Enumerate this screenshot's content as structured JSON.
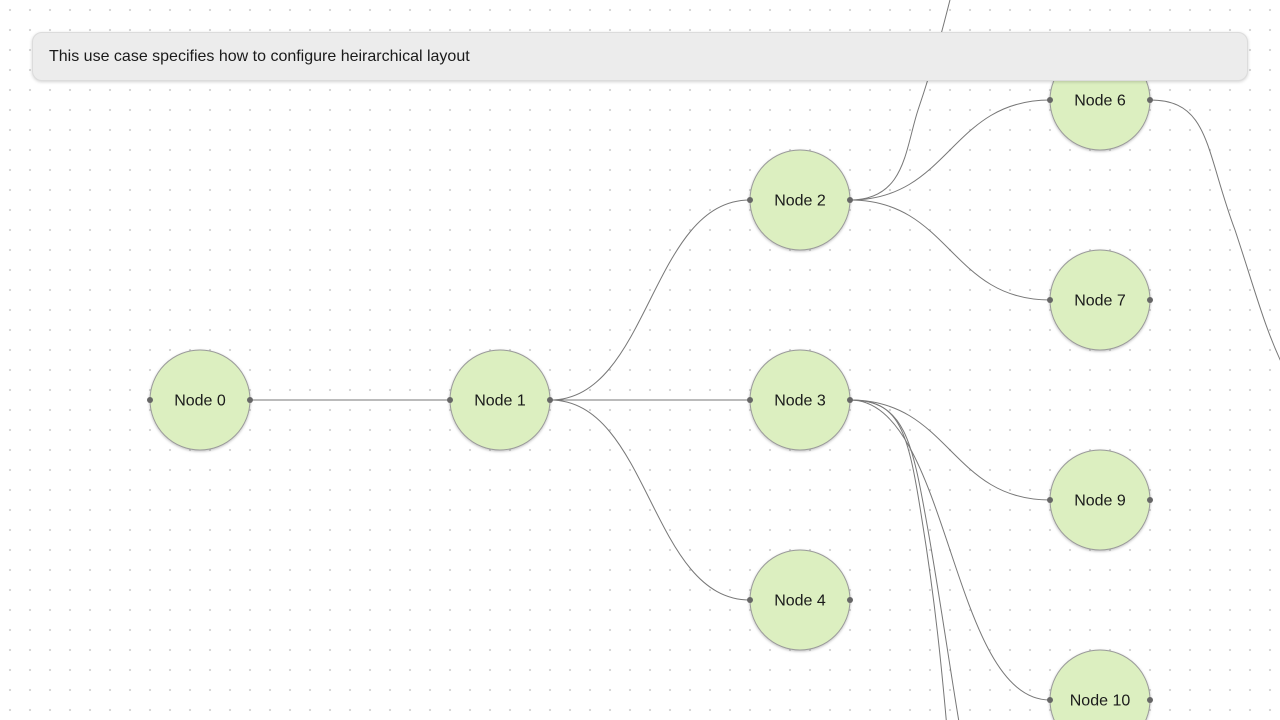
{
  "banner": {
    "text": "This use case specifies how to configure heirarchical layout"
  },
  "colors": {
    "background": "#ffffff",
    "grid_dot": "#d4d4d4",
    "node_fill": "#dcefc0",
    "node_stroke": "#9a9a9a",
    "edge": "#777777",
    "port": "#666666"
  },
  "diagram": {
    "nodes": [
      {
        "id": "n0",
        "label": "Node 0"
      },
      {
        "id": "n1",
        "label": "Node 1"
      },
      {
        "id": "n2",
        "label": "Node 2"
      },
      {
        "id": "n3",
        "label": "Node 3"
      },
      {
        "id": "n4",
        "label": "Node 4"
      },
      {
        "id": "n6",
        "label": "Node 6"
      },
      {
        "id": "n7",
        "label": "Node 7"
      },
      {
        "id": "n9",
        "label": "Node 9"
      },
      {
        "id": "n10",
        "label": "Node 10"
      }
    ],
    "edges": [
      {
        "from": "n0",
        "to": "n1"
      },
      {
        "from": "n1",
        "to": "n2"
      },
      {
        "from": "n1",
        "to": "n3"
      },
      {
        "from": "n1",
        "to": "n4"
      },
      {
        "from": "n2",
        "to": "n6"
      },
      {
        "from": "n2",
        "to": "n7"
      },
      {
        "from": "n3",
        "to": "n9"
      },
      {
        "from": "n3",
        "to": "n10"
      }
    ]
  }
}
